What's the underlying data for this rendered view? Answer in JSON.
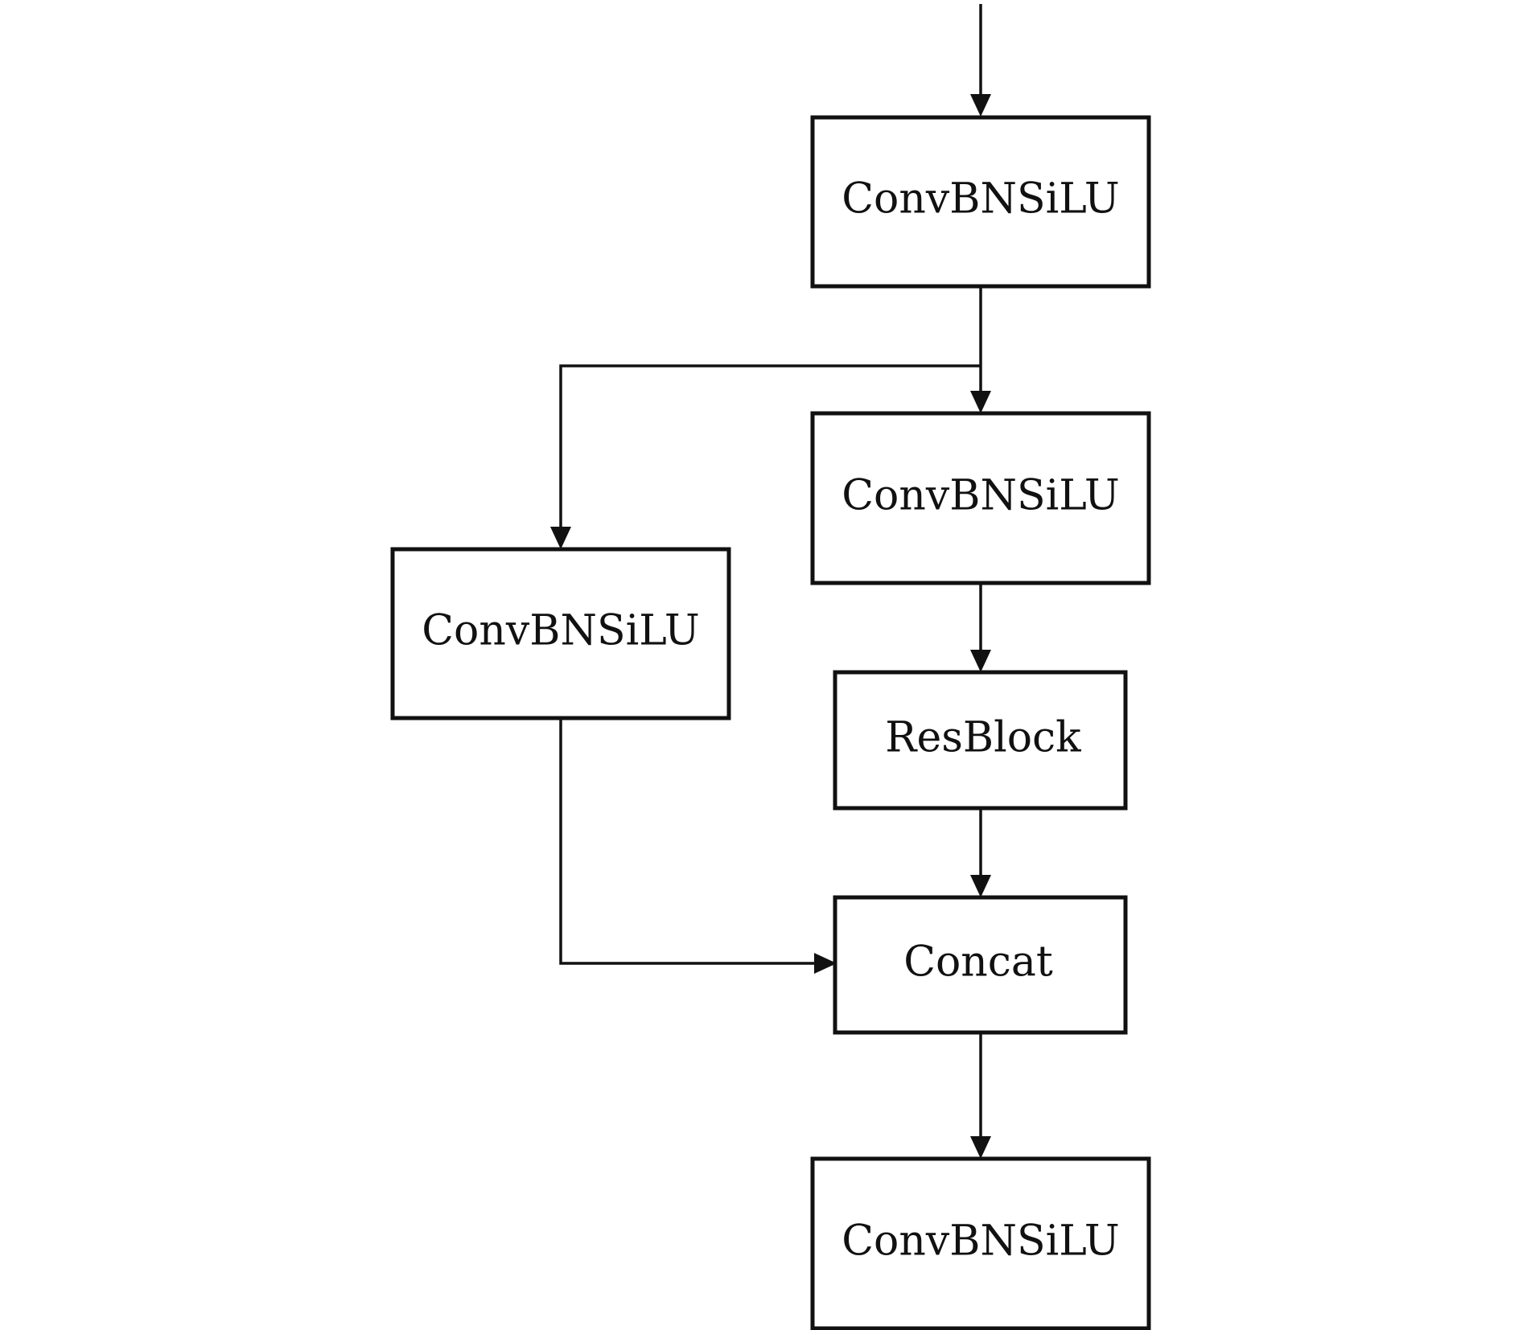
{
  "nodes": [
    {
      "id": "conv1",
      "label": "ConvBNSiLU"
    },
    {
      "id": "conv2",
      "label": "ConvBNSiLU"
    },
    {
      "id": "conv_branch",
      "label": "ConvBNSiLU"
    },
    {
      "id": "resblock",
      "label": "ResBlock"
    },
    {
      "id": "concat",
      "label": "Concat"
    },
    {
      "id": "conv_out",
      "label": "ConvBNSiLU"
    }
  ],
  "edges": [
    {
      "from": "input",
      "to": "conv1"
    },
    {
      "from": "conv1",
      "to": "conv2"
    },
    {
      "from": "conv1",
      "to": "conv_branch"
    },
    {
      "from": "conv2",
      "to": "resblock"
    },
    {
      "from": "resblock",
      "to": "concat"
    },
    {
      "from": "conv_branch",
      "to": "concat"
    },
    {
      "from": "concat",
      "to": "conv_out"
    }
  ],
  "colors": {
    "stroke": "#111111",
    "background": "#ffffff"
  }
}
